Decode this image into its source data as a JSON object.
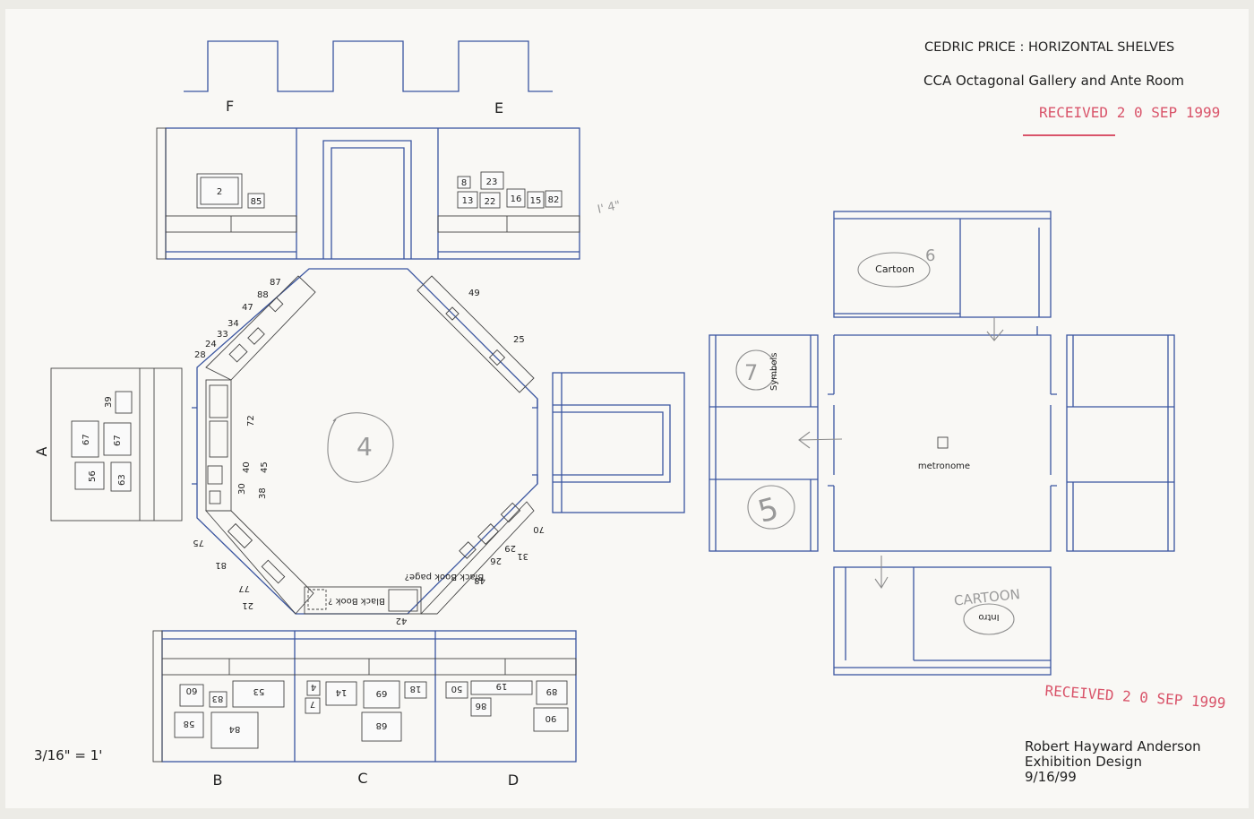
{
  "title": {
    "line1": "CEDRIC PRICE : HORIZONTAL SHELVES",
    "line2": "CCA Octagonal Gallery and Ante Room"
  },
  "stamps": {
    "received_top": "RECEIVED  2 0 SEP  1999",
    "received_bottom": "RECEIVED  2 0 SEP  1999"
  },
  "annotations": {
    "height_note": "I' 4\""
  },
  "credit": {
    "name": "Robert Hayward Anderson",
    "role": "Exhibition Design",
    "date": "9/16/99"
  },
  "scale": "3/16\" = 1'",
  "wall_labels": {
    "a": "A",
    "b": "B",
    "c": "C",
    "d": "D",
    "e": "E",
    "f": "F"
  },
  "wall_f": {
    "items": [
      "2",
      "85"
    ]
  },
  "wall_e": {
    "items": [
      "8",
      "23",
      "13",
      "22",
      "16",
      "15",
      "82"
    ]
  },
  "wall_a": {
    "items": [
      "39",
      "67",
      "67",
      "56",
      "63"
    ]
  },
  "wall_b": {
    "items": [
      "60",
      "83",
      "53",
      "58",
      "84"
    ]
  },
  "wall_c": {
    "items": [
      "4",
      "14",
      "69",
      "18",
      "7",
      "68"
    ]
  },
  "wall_d": {
    "items": [
      "50",
      "19",
      "89",
      "86",
      "90"
    ]
  },
  "octagon": {
    "room_number": "4",
    "nw_items": [
      "87",
      "88",
      "47",
      "34",
      "33",
      "24",
      "28"
    ],
    "ne_items": [
      "49",
      "25"
    ],
    "w_items": [
      "72",
      "40",
      "45",
      "30",
      "38"
    ],
    "sw_items": [
      "75",
      "81",
      "77",
      "21"
    ],
    "s_items": [
      "Black Book ?",
      "42"
    ],
    "se_items": [
      "70",
      "31",
      "29",
      "26",
      "48",
      "Black Book page?"
    ]
  },
  "ante_room": {
    "top": {
      "label": "Cartoon",
      "number": "6"
    },
    "left_top": {
      "label": "Symbols",
      "number": "7"
    },
    "left_bottom": {
      "number": "5"
    },
    "center": {
      "label": "metronome"
    },
    "bottom": {
      "label": "Intro",
      "note": "CARTOON"
    }
  }
}
